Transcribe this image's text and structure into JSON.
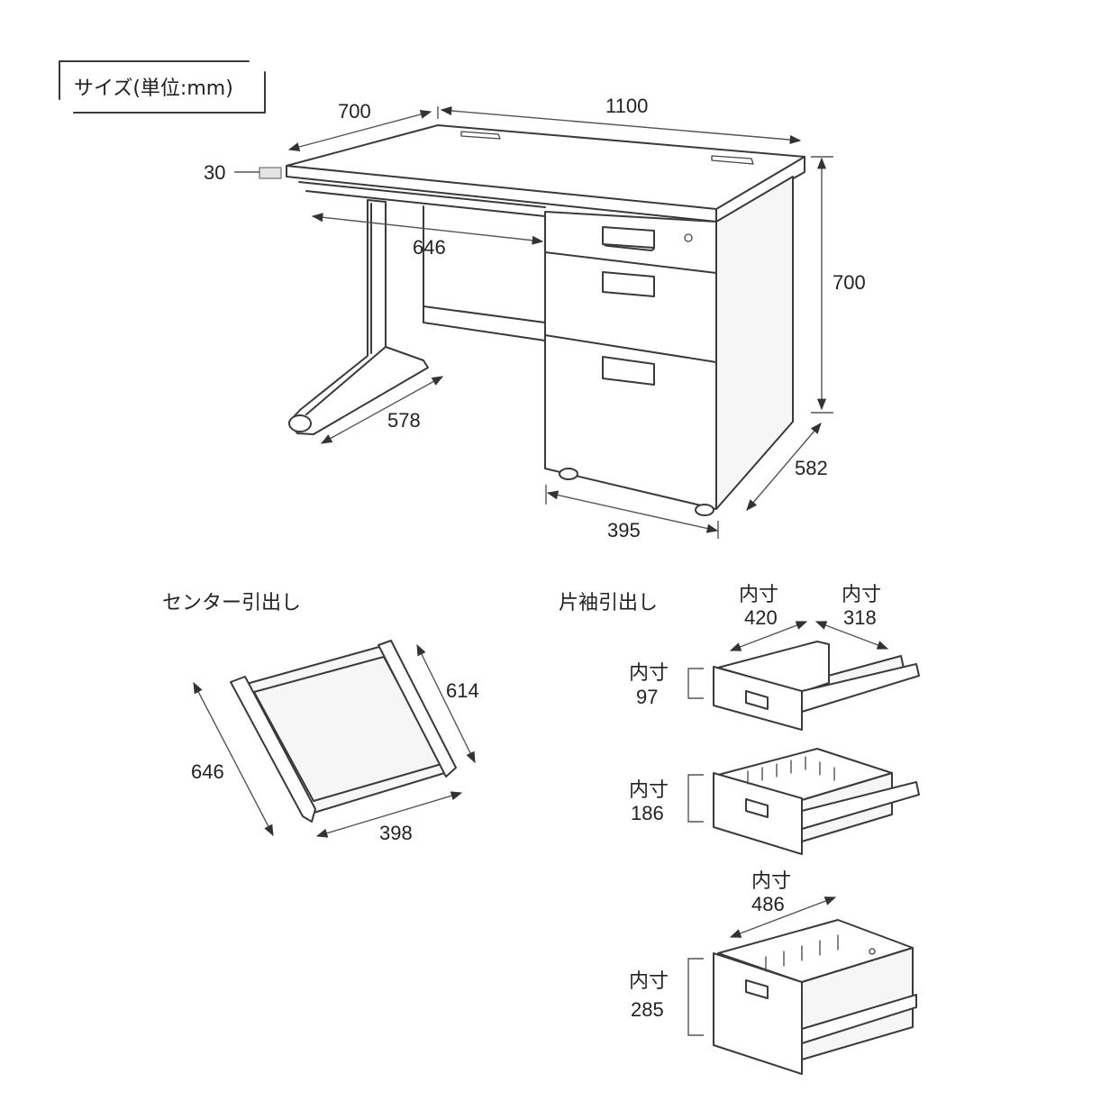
{
  "unit_label": "サイズ(単位:mm)",
  "desk": {
    "width": "1100",
    "depth": "700",
    "height": "700",
    "top_thickness": "30",
    "knee_width": "646",
    "leg_depth": "578",
    "pedestal_width": "395",
    "pedestal_depth": "582"
  },
  "center_drawer": {
    "title": "センター引出し",
    "depth": "646",
    "inner_depth": "614",
    "width": "398"
  },
  "side_drawers": {
    "title": "片袖引出し",
    "inner_prefix": "内寸",
    "inner_width": "420",
    "inner_depth": "318",
    "top_height": "97",
    "middle_height": "186",
    "bottom_width": "486",
    "bottom_height": "285"
  }
}
